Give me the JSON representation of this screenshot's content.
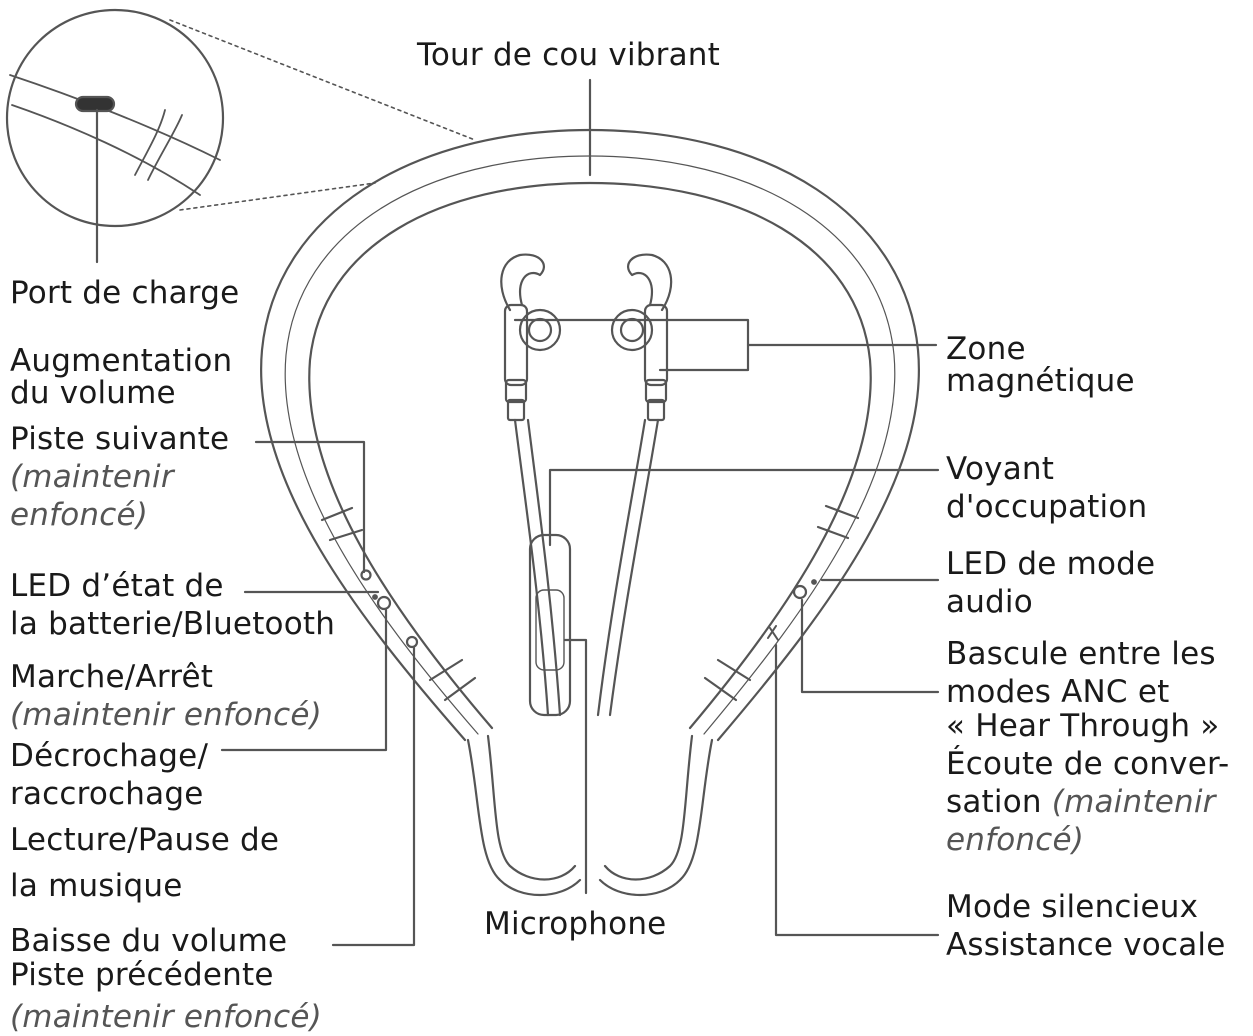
{
  "labels": {
    "neckband": "Tour de cou vibrant",
    "charge_port": "Port de charge",
    "volume_up": {
      "line1": "Augmentation",
      "line2": "du volume",
      "line3": "Piste suivante",
      "hold1": "(maintenir",
      "hold2": "enfoncé)"
    },
    "battery_led": {
      "line1": "LED d’état de",
      "line2": "la batterie/Bluetooth"
    },
    "power": {
      "line1": "Marche/Arrêt",
      "hold": "(maintenir enfoncé)"
    },
    "call": {
      "line1": "Décrochage/",
      "line2": "raccrochage",
      "line3": "Lecture/Pause de",
      "line4": "la musique"
    },
    "volume_down": {
      "line1": "Baisse du volume",
      "line2": "Piste précédente",
      "hold": "(maintenir enfoncé)"
    },
    "microphone": "Microphone",
    "magnetic": {
      "line1": "Zone",
      "line2": "magnétique"
    },
    "busy_light": {
      "line1": "Voyant",
      "line2": "d'occupation"
    },
    "audio_led": {
      "line1": "LED de mode",
      "line2": "audio"
    },
    "anc": {
      "line1": "Bascule entre les",
      "line2": "modes ANC et",
      "line3": "« Hear Through »",
      "line4": "Écoute de conver-",
      "line5": "sation",
      "hold_a": "(maintenir",
      "hold_b": "enfoncé)"
    },
    "mute": {
      "line1": "Mode silencieux",
      "line2": "Assistance vocale"
    }
  },
  "colors": {
    "stroke": "#555555",
    "text": "#1a1a1a",
    "hint": "#555555"
  }
}
